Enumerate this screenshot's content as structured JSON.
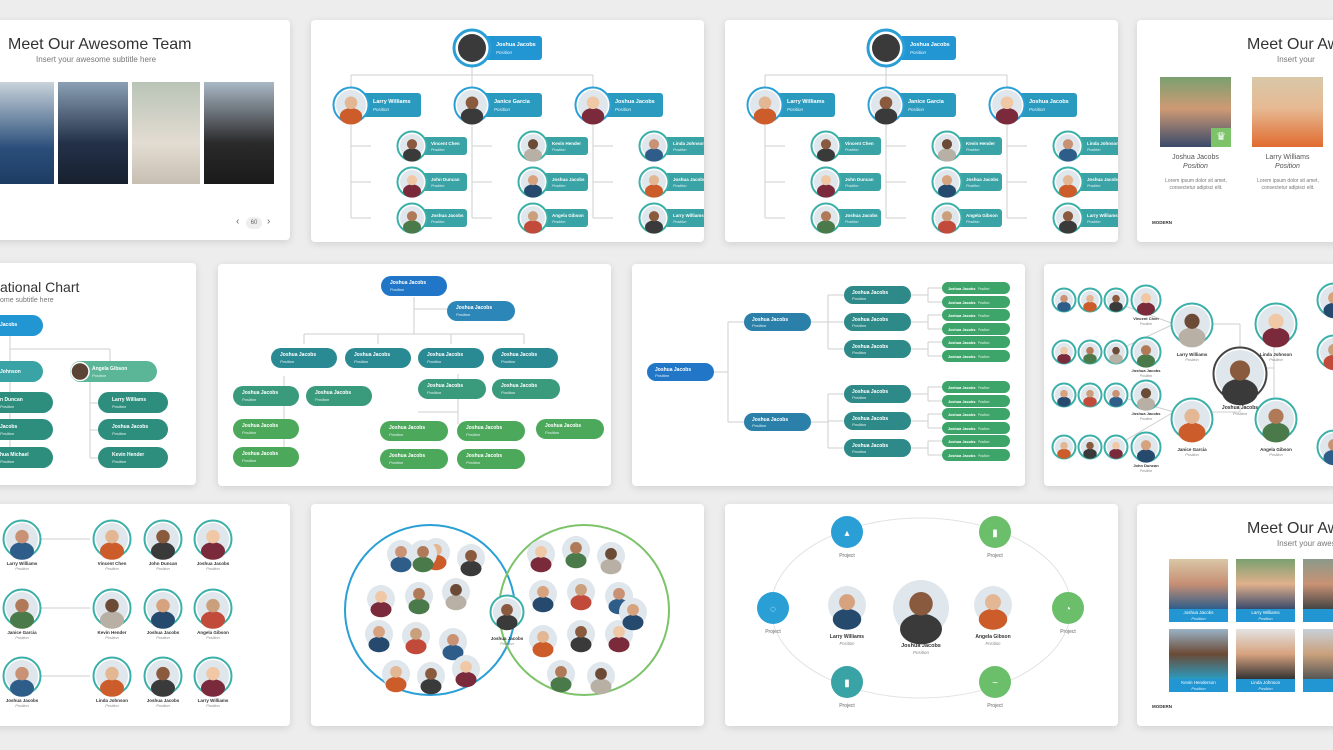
{
  "colors": {
    "blue": "#2196d3",
    "teal": "#3aa3a5",
    "green": "#5cb85c",
    "gray": "#ededed",
    "ring_blue": "#2a9fd6",
    "ring_teal": "#3bb0a8",
    "ring_green": "#7cc36a"
  },
  "slide1": {
    "title": "Meet Our Awesome Team",
    "subtitle": "Insert your awesome subtitle here",
    "page_number": "60",
    "prev": "‹",
    "next": "›"
  },
  "slide2": {
    "top": {
      "name": "Joshua Jacobs",
      "pos": "Position"
    },
    "heads": [
      {
        "name": "Larry Williams",
        "pos": "Position"
      },
      {
        "name": "Janice Garcia",
        "pos": "Position"
      },
      {
        "name": "Joshua Jacobs",
        "pos": "Position"
      }
    ],
    "subs": [
      [
        {
          "name": "Vincent Chen",
          "pos": "Position"
        },
        {
          "name": "John Duncan",
          "pos": "Position"
        },
        {
          "name": "Joshua Jacobs",
          "pos": "Position"
        }
      ],
      [
        {
          "name": "Kevin Hender",
          "pos": "Position"
        },
        {
          "name": "Joshua Jacobs",
          "pos": "Position"
        },
        {
          "name": "Angela Gibson",
          "pos": "Position"
        }
      ],
      [
        {
          "name": "Linda Johnson",
          "pos": "Position"
        },
        {
          "name": "Joshua Jacobs",
          "pos": "Position"
        },
        {
          "name": "Larry Williams",
          "pos": "Position"
        }
      ]
    ]
  },
  "slide4": {
    "title": "Meet Our Aw",
    "subtitle": "Insert your",
    "people": [
      {
        "name": "Joshua Jacobs",
        "pos": "Position",
        "desc": "Lorem ipsum dolor sit amet, consectetur adipisci elit."
      },
      {
        "name": "Larry Williams",
        "pos": "Position",
        "desc": "Lorem ipsum dolor sit amet, consectetur adipisci elit."
      }
    ],
    "brand": "MODERN",
    "crown": "♛"
  },
  "slide5": {
    "title": "ational Chart",
    "subtitle": "ome subtitle here",
    "top": "Jacobs",
    "left_head": "Johnson",
    "right_head": {
      "name": "Angela Gibson",
      "pos": "Position"
    },
    "left_list": [
      {
        "name": "n Duncan",
        "pos": "Position"
      },
      {
        "name": "Jacobs",
        "pos": "Position"
      },
      {
        "name": "hua Michael",
        "pos": "Position"
      }
    ],
    "right_list": [
      {
        "name": "Larry Williams",
        "pos": "Position"
      },
      {
        "name": "Joshua Jacobs",
        "pos": "Position"
      },
      {
        "name": "Kevin Hender",
        "pos": "Position"
      }
    ]
  },
  "slide6": {
    "name": "Joshua Jacobs",
    "pos": "Position"
  },
  "slide7": {
    "name": "Joshua Jacobs",
    "pos": "Position"
  },
  "slide8": {
    "center": {
      "name": "Joshua Jacobs",
      "pos": "Position"
    },
    "left": {
      "name": "Larry Williams",
      "pos": "Position"
    },
    "right": {
      "name": "Linda Johnson",
      "pos": "Position"
    },
    "bl": {
      "name": "Janice Garcia",
      "pos": "Position"
    },
    "br": {
      "name": "Angela Gibson",
      "pos": "Position"
    },
    "small": [
      {
        "name": "Vincent Chen",
        "pos": "Position"
      },
      {
        "name": "Joshua Jacobs",
        "pos": "Position"
      },
      {
        "name": "Joshua Jacobs",
        "pos": "Position"
      },
      {
        "name": "John Duncan",
        "pos": "Position"
      }
    ]
  },
  "slide9": {
    "people": [
      {
        "name": "Larry Williams",
        "pos": "Position"
      },
      {
        "name": "Vincent Chen",
        "pos": "Position"
      },
      {
        "name": "John Duncan",
        "pos": "Position"
      },
      {
        "name": "Joshua Jacobs",
        "pos": "Position"
      },
      {
        "name": "Janice Garcia",
        "pos": "Position"
      },
      {
        "name": "Kevin Hender",
        "pos": "Position"
      },
      {
        "name": "Joshua Jacobs",
        "pos": "Position"
      },
      {
        "name": "Angela Gibson",
        "pos": "Position"
      },
      {
        "name": "Joshua Jacobs",
        "pos": "Position"
      },
      {
        "name": "Linda Johnson",
        "pos": "Position"
      },
      {
        "name": "Joshua Jacobs",
        "pos": "Position"
      },
      {
        "name": "Larry Williams",
        "pos": "Position"
      }
    ]
  },
  "slide10": {
    "name": "Joshua Jacobs",
    "pos": "Position"
  },
  "slide11": {
    "center": {
      "name": "Joshua Jacobs",
      "pos": "Position"
    },
    "left": {
      "name": "Larry Williams",
      "pos": "Position"
    },
    "right": {
      "name": "Angela Gibson",
      "pos": "Position"
    },
    "project": "Project"
  },
  "slide12": {
    "title": "Meet Our Aw",
    "subtitle": "Insert your awesa",
    "people": [
      {
        "name": "Joshua Jacobs",
        "pos": "Position"
      },
      {
        "name": "Larry Williams",
        "pos": "Position"
      },
      {
        "name": "Kevin Henderson",
        "pos": "Position"
      },
      {
        "name": "Linda Johnson",
        "pos": "Position"
      }
    ],
    "brand": "MODERN"
  }
}
